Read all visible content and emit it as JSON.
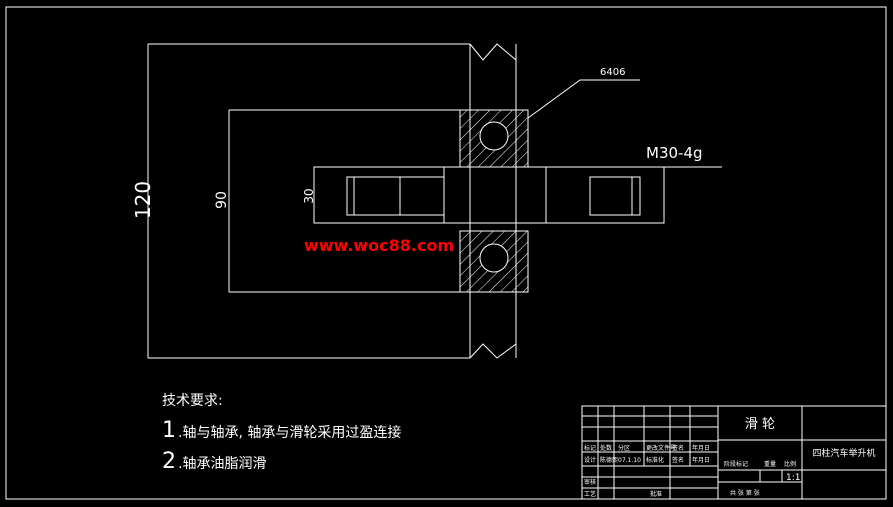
{
  "drawing": {
    "dimensions": {
      "outer_height": "120",
      "middle_height": "90",
      "shaft_diameter": "30",
      "bearing_label": "6406",
      "thread_label": "M30-4g"
    },
    "watermark": "www.woc88.com"
  },
  "technical_requirements": {
    "title": "技术要求:",
    "items": [
      {
        "num": "1",
        "text": ".轴与轴承, 轴承与滑轮采用过盈连接"
      },
      {
        "num": "2",
        "text": ".轴承油脂润滑"
      }
    ]
  },
  "title_block": {
    "part_name": "滑 轮",
    "product_name": "四柱汽车举升机",
    "scale": "1:1",
    "labels": {
      "mark": "标记",
      "count": "处数",
      "zone": "分区",
      "change_doc": "更改文件号",
      "signature": "签名",
      "date": "年月日",
      "design": "设计",
      "design_sig": "陈德熙",
      "date_value": "07.1.10",
      "standardize": "标准化",
      "sign2": "签名",
      "date2": "年月日",
      "stage_mark": "阶段标记",
      "weight": "重量",
      "ratio": "比例",
      "review": "审核",
      "process": "工艺",
      "approve": "批准",
      "sheets": "共 张 第 张"
    }
  },
  "colors": {
    "background": "#000000",
    "lines": "#ffffff",
    "watermark": "#ff0000"
  }
}
